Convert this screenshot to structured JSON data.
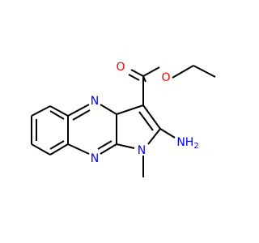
{
  "molecule": {
    "atom_labels": {
      "carbonyl_oxygen": "O",
      "ester_oxygen": "O",
      "amino_group": "NH2",
      "ring_nitrogen_top": "N",
      "ring_nitrogen_bottom": "N",
      "pyrrole_nitrogen": "N"
    },
    "colors": {
      "bond": "#000000",
      "oxygen": "#ff0000",
      "nitrogen": "#0000ff"
    }
  }
}
